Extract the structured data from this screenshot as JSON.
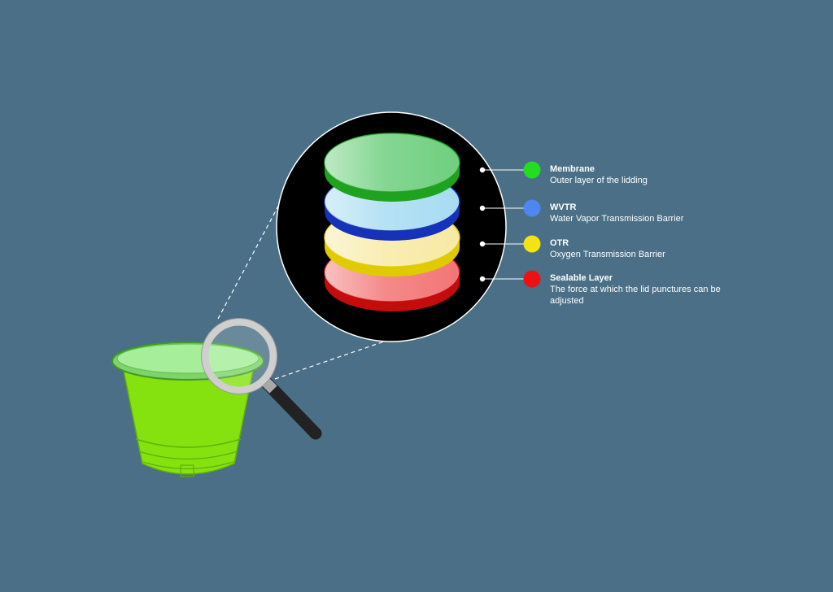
{
  "colors": {
    "background": "#4a6f86",
    "cup_body": "#86e20f",
    "cup_rim": "#a6ee9a",
    "zoom_circle": "#000000",
    "magnifier_ring": "#cfcfcf",
    "magnifier_handle": "#222222"
  },
  "icons": [
    "magnifying-glass-icon",
    "capsule-cup-icon"
  ],
  "layers": [
    {
      "title": "Membrane",
      "description": "Outer layer of the lidding",
      "color": "#22dd22",
      "disc_fill": "#6fcf7f",
      "disc_edge": "#1fa31f"
    },
    {
      "title": "WVTR",
      "description": "Water Vapor Transmission Barrier",
      "color": "#4f86f0",
      "disc_fill": "#a8dcf2",
      "disc_edge": "#1532b8"
    },
    {
      "title": "OTR",
      "description": "Oxygen Transmission Barrier",
      "color": "#f3e313",
      "disc_fill": "#f8eaa4",
      "disc_edge": "#e0cb00"
    },
    {
      "title": "Sealable Layer",
      "description": "The force at which the lid punctures can be adjusted",
      "color": "#ee1111",
      "disc_fill": "#f37575",
      "disc_edge": "#c50c0c"
    }
  ]
}
